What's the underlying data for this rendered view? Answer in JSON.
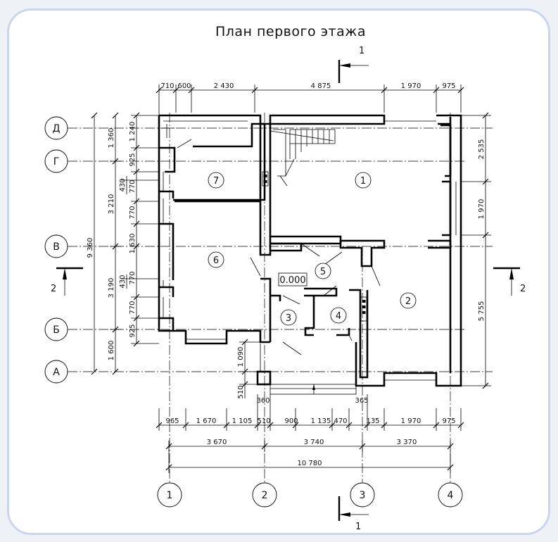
{
  "title": "План первого этажа",
  "level_mark": "0.000",
  "rooms": [
    "1",
    "2",
    "3",
    "4",
    "5",
    "6",
    "7"
  ],
  "axes_letters": [
    "Д",
    "Г",
    "В",
    "Б",
    "А"
  ],
  "axes_numbers": [
    "1",
    "2",
    "3",
    "4"
  ],
  "sections": {
    "a": "1",
    "b": "2"
  },
  "dims_top": [
    "710",
    "600",
    "2 430",
    "4 875",
    "1 970",
    "975"
  ],
  "dims_bottom_1": [
    "965",
    "1 670",
    "1 105",
    "510",
    "900",
    "1 135",
    "470",
    "135",
    "1 970",
    "975"
  ],
  "dims_bottom_2": [
    "3 670",
    "3 740",
    "3 370"
  ],
  "dims_bottom_total": "10 780",
  "dims_bottom_small": [
    "360",
    "365"
  ],
  "dims_left_1": [
    "1 240",
    "925",
    "430",
    "770",
    "770",
    "1 630",
    "430",
    "770",
    "770",
    "925"
  ],
  "dims_left_2": [
    "1 360",
    "3 210",
    "3 190",
    "1 600"
  ],
  "dims_left_total": "9 360",
  "dims_right": [
    "2 535",
    "1 970",
    "5 755"
  ],
  "dims_entrance": [
    "1 090",
    "510"
  ]
}
